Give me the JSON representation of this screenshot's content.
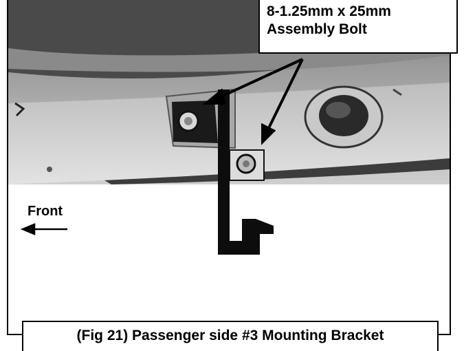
{
  "callout": {
    "line1": "8-1.25mm x 25mm",
    "line2": "Assembly Bolt"
  },
  "direction": {
    "label": "Front",
    "arrow_icon": "left-arrow-icon"
  },
  "caption": {
    "text": "(Fig 21) Passenger side #3 Mounting Bracket"
  },
  "photo": {
    "subject": "bracket-bolt-photo"
  }
}
